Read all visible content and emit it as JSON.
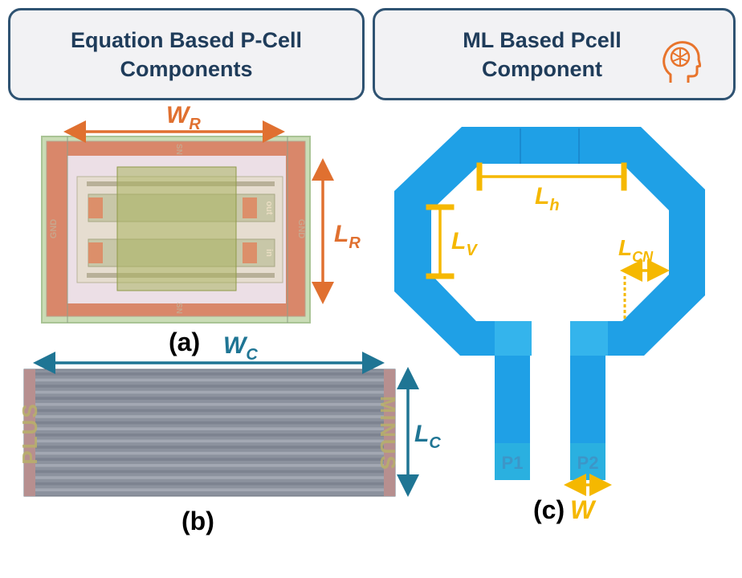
{
  "headers": {
    "left": {
      "line1": "Equation Based P-Cell",
      "line2": "Components"
    },
    "right": {
      "line1": "ML Based Pcell",
      "line2": "Component",
      "icon": "brain-head-icon"
    }
  },
  "panel_a": {
    "caption": "(a)",
    "width_label": {
      "main": "W",
      "sub": "R"
    },
    "length_label": {
      "main": "L",
      "sub": "R"
    },
    "pins": {
      "gnd_left": "GND",
      "gnd_right": "GND",
      "top": "SN",
      "bottom": "SN",
      "out": "out",
      "in": "in"
    }
  },
  "panel_b": {
    "caption": "(b)",
    "width_label": {
      "main": "W",
      "sub": "C"
    },
    "length_label": {
      "main": "L",
      "sub": "C"
    },
    "pins": {
      "left": "PLUS",
      "right": "MINUS"
    }
  },
  "panel_c": {
    "caption": "(c)",
    "h_label": {
      "main": "L",
      "sub": "h"
    },
    "v_label": {
      "main": "L",
      "sub": "V"
    },
    "cn_label": {
      "main": "L",
      "sub": "CN"
    },
    "w_label": "W",
    "ports": {
      "p1": "P1",
      "p2": "P2"
    }
  },
  "colors": {
    "header_border": "#2f5372",
    "header_text": "#1f3c5a",
    "orange": "#e07030",
    "teal": "#1f7594",
    "yellow": "#f5b800",
    "inductor_blue": "#1fa0e6"
  }
}
